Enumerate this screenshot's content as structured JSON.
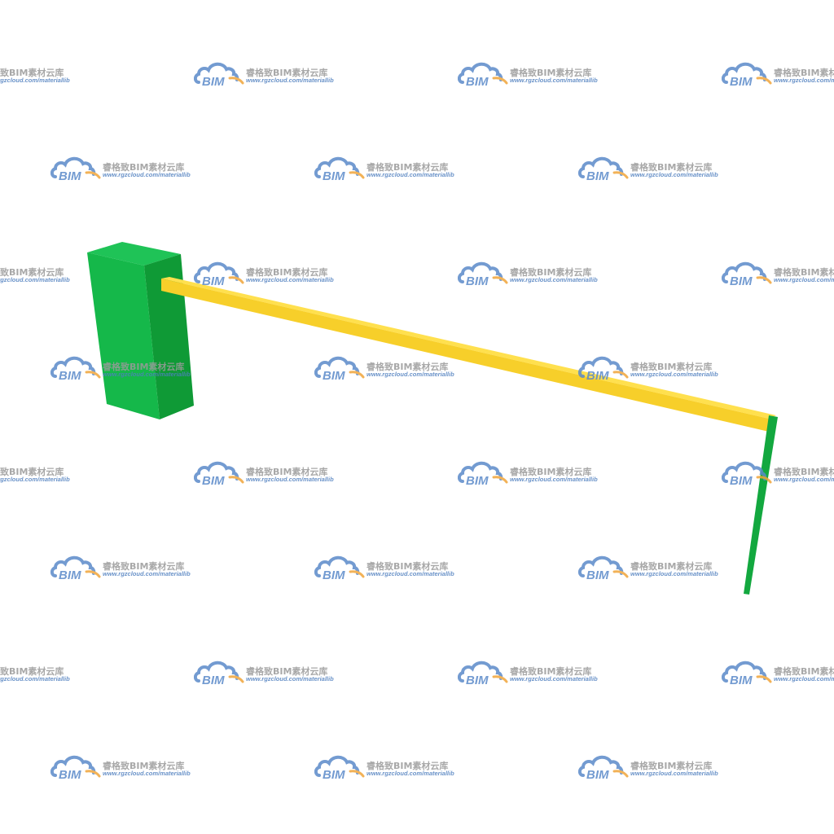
{
  "colors": {
    "background": "#ffffff",
    "post_front": "#15b84a",
    "post_side": "#0f9a36",
    "post_top": "#1fc357",
    "boom_top": "#ffe04e",
    "boom_front": "#f7cf2a",
    "support_leg": "#13a83f",
    "watermark_cloud": "#5b8ac9",
    "watermark_orange": "#f0a53a",
    "watermark_text": "#9a9a9a",
    "watermark_url": "#4f7fbf"
  },
  "scene": {
    "objects": [
      {
        "name": "gate-post",
        "kind": "box",
        "color": "green"
      },
      {
        "name": "barrier-arm",
        "kind": "beam",
        "color": "yellow"
      },
      {
        "name": "support-leg",
        "kind": "rod",
        "color": "green"
      }
    ]
  },
  "watermark": {
    "logo_text": "BIM",
    "title": "睿格致BIM素材云库",
    "url": "www.rgzcloud.com/materiallib",
    "icon": "cloud-logo-icon"
  }
}
